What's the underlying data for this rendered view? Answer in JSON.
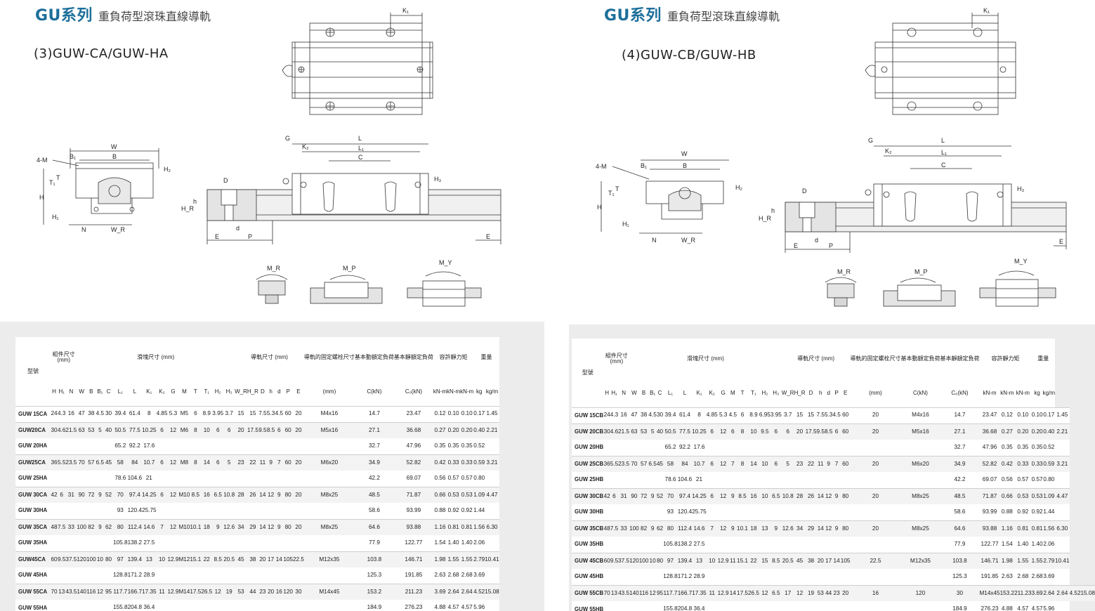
{
  "page": {
    "series": "GU系列",
    "title_desc": "重負荷型滾珠直線導軌"
  },
  "left": {
    "model_label": "(3)GUW-CA/GUW-HA"
  },
  "right": {
    "model_label": "(4)GUW-CB/GUW-HB"
  },
  "drawing_labels": {
    "K1": "K₁",
    "G": "G",
    "K2": "K₂",
    "L": "L",
    "L1": "L₁",
    "C": "C",
    "W": "W",
    "B": "B",
    "B1": "B₁",
    "four_m": "4-M",
    "T1": "T₁",
    "T": "T",
    "H2": "H₂",
    "H3": "H₃",
    "H": "H",
    "H1": "H₁",
    "N": "N",
    "WR": "W_R",
    "D": "D",
    "h": "h",
    "HR": "H_R",
    "d": "d",
    "E": "E",
    "P": "P",
    "MR": "M_R",
    "MP": "M_P",
    "MY": "M_Y"
  },
  "table_headers": {
    "model": "型號",
    "assembly": "組件尺寸",
    "assembly_unit": "(mm)",
    "block": "滑塊尺寸 (mm)",
    "rail": "導軌尺寸 (mm)",
    "bolt": "導軌的固定螺栓尺寸",
    "dyn": "基本動額定負荷",
    "stat": "基本靜額定負荷",
    "moment": "容許靜力矩",
    "weight": "重量",
    "slider": "滑塊",
    "rail_w": "導軌",
    "sub": [
      "H",
      "H₁",
      "N",
      "W",
      "B",
      "B₁",
      "C",
      "L₁",
      "L",
      "K₁",
      "K₂",
      "G",
      "M",
      "T",
      "T₁",
      "H₂",
      "H₃",
      "W_R",
      "H_R",
      "D",
      "h",
      "d",
      "P",
      "E"
    ],
    "bolt_unit": "(mm)",
    "ckn": "C(kN)",
    "c0kn": "C₀(kN)",
    "mr": "M_R",
    "mp": "M_P",
    "my": "M_Y",
    "knm": "kN-m",
    "kg": "kg",
    "kgm": "kg/m"
  },
  "left_rows": [
    [
      "GUW 15CA",
      "24",
      "4.3",
      "16",
      "47",
      "38",
      "4.5",
      "30",
      "39.4",
      "61.4",
      "8",
      "4.85",
      "5.3",
      "M5",
      "6",
      "8.9",
      "3.95",
      "3.7",
      "15",
      "15",
      "7.5",
      "5.3",
      "4.5",
      "60",
      "20",
      "M4x16",
      "14.7",
      "23.47",
      "0.12",
      "0.10",
      "0.10",
      "0.17",
      "1.45"
    ],
    [
      "GUW20CA",
      "30",
      "4.6",
      "21.5",
      "63",
      "53",
      "5",
      "40",
      "50.5",
      "77.5",
      "10.25",
      "6",
      "12",
      "M6",
      "8",
      "10",
      "6",
      "6",
      "20",
      "17.5",
      "9.5",
      "8.5",
      "6",
      "60",
      "20",
      "M5x16",
      "27.1",
      "36.68",
      "0.27",
      "0.20",
      "0.20",
      "0.40",
      "2.21"
    ],
    [
      "GUW 20HA",
      "",
      "",
      "",
      "",
      "",
      "",
      "",
      "65.2",
      "92.2",
      "17.6",
      "",
      "",
      "",
      "",
      "",
      "",
      "",
      "",
      "",
      "",
      "",
      "",
      "",
      "",
      "",
      "32.7",
      "47.96",
      "0.35",
      "0.35",
      "0.35",
      "0.52",
      ""
    ],
    [
      "GUW25CA",
      "36",
      "5.5",
      "23.5",
      "70",
      "57",
      "6.5",
      "45",
      "58",
      "84",
      "10.7",
      "6",
      "12",
      "M8",
      "8",
      "14",
      "6",
      "5",
      "23",
      "22",
      "11",
      "9",
      "7",
      "60",
      "20",
      "M6x20",
      "34.9",
      "52.82",
      "0.42",
      "0.33",
      "0.33",
      "0.59",
      "3.21"
    ],
    [
      "GUW 25HA",
      "",
      "",
      "",
      "",
      "",
      "",
      "",
      "78.6",
      "104.6",
      "21",
      "",
      "",
      "",
      "",
      "",
      "",
      "",
      "",
      "",
      "",
      "",
      "",
      "",
      "",
      "",
      "42.2",
      "69.07",
      "0.56",
      "0.57",
      "0.57",
      "0.80",
      ""
    ],
    [
      "GUW 30CA",
      "42",
      "6",
      "31",
      "90",
      "72",
      "9",
      "52",
      "70",
      "97.4",
      "14.25",
      "6",
      "12",
      "M10",
      "8.5",
      "16",
      "6.5",
      "10.8",
      "28",
      "26",
      "14",
      "12",
      "9",
      "80",
      "20",
      "M8x25",
      "48.5",
      "71.87",
      "0.66",
      "0.53",
      "0.53",
      "1.09",
      "4.47"
    ],
    [
      "GUW 30HA",
      "",
      "",
      "",
      "",
      "",
      "",
      "",
      "93",
      "120.4",
      "25.75",
      "",
      "",
      "",
      "",
      "",
      "",
      "",
      "",
      "",
      "",
      "",
      "",
      "",
      "",
      "",
      "58.6",
      "93.99",
      "0.88",
      "0.92",
      "0.92",
      "1.44",
      ""
    ],
    [
      "GUW 35CA",
      "48",
      "7.5",
      "33",
      "100",
      "82",
      "9",
      "62",
      "80",
      "112.4",
      "14.6",
      "7",
      "12",
      "M10",
      "10.1",
      "18",
      "9",
      "12.6",
      "34",
      "29",
      "14",
      "12",
      "9",
      "80",
      "20",
      "M8x25",
      "64.6",
      "93.88",
      "1.16",
      "0.81",
      "0.81",
      "1.56",
      "6.30"
    ],
    [
      "GUW 35HA",
      "",
      "",
      "",
      "",
      "",
      "",
      "",
      "105.8",
      "138.2",
      "27.5",
      "",
      "",
      "",
      "",
      "",
      "",
      "",
      "",
      "",
      "",
      "",
      "",
      "",
      "",
      "",
      "77.9",
      "122.77",
      "1.54",
      "1.40",
      "1.40",
      "2.06",
      ""
    ],
    [
      "GUW45CA",
      "60",
      "9.5",
      "37.5",
      "120",
      "100",
      "10",
      "80",
      "97",
      "139.4",
      "13",
      "10",
      "12.9",
      "M12",
      "15.1",
      "22",
      "8.5",
      "20.5",
      "45",
      "38",
      "20",
      "17",
      "14",
      "105",
      "22.5",
      "M12x35",
      "103.8",
      "146.71",
      "1.98",
      "1.55",
      "1.55",
      "2.79",
      "10.41"
    ],
    [
      "GUW 45HA",
      "",
      "",
      "",
      "",
      "",
      "",
      "",
      "128.8",
      "171.2",
      "28.9",
      "",
      "",
      "",
      "",
      "",
      "",
      "",
      "",
      "",
      "",
      "",
      "",
      "",
      "",
      "",
      "125.3",
      "191.85",
      "2.63",
      "2.68",
      "2.68",
      "3.69",
      ""
    ],
    [
      "GUW 55CA",
      "70",
      "13",
      "43.5",
      "140",
      "116",
      "12",
      "95",
      "117.7",
      "166.7",
      "17.35",
      "11",
      "12.9",
      "M14",
      "17.5",
      "26.5",
      "12",
      "19",
      "53",
      "44",
      "23",
      "20",
      "16",
      "120",
      "30",
      "M14x45",
      "153.2",
      "211.23",
      "3.69",
      "2.64",
      "2.64",
      "4.52",
      "15.08"
    ],
    [
      "GUW 55HA",
      "",
      "",
      "",
      "",
      "",
      "",
      "",
      "155.8",
      "204.8",
      "36.4",
      "",
      "",
      "",
      "",
      "",
      "",
      "",
      "",
      "",
      "",
      "",
      "",
      "",
      "",
      "",
      "184.9",
      "276.23",
      "4.88",
      "4.57",
      "4.57",
      "5.96",
      ""
    ]
  ],
  "right_rows": [
    [
      "GUW 15CB",
      "24",
      "4.3",
      "16",
      "47",
      "38",
      "4.5",
      "30",
      "39.4",
      "61.4",
      "8",
      "4.85",
      "5.3",
      "4.5",
      "6",
      "8.9",
      "6.95",
      "3.95",
      "3.7",
      "15",
      "15",
      "7.5",
      "5.3",
      "4.5",
      "60",
      "20",
      "M4x16",
      "14.7",
      "23.47",
      "0.12",
      "0.10",
      "0.10",
      "0.17",
      "1.45"
    ],
    [
      "GUW 20CB",
      "30",
      "4.6",
      "21.5",
      "63",
      "53",
      "5",
      "40",
      "50.5",
      "77.5",
      "10.25",
      "6",
      "12",
      "6",
      "8",
      "10",
      "9.5",
      "6",
      "6",
      "20",
      "17.5",
      "9.5",
      "8.5",
      "6",
      "60",
      "20",
      "M5x16",
      "27.1",
      "36.68",
      "0.27",
      "0.20",
      "0.20",
      "0.40",
      "2.21"
    ],
    [
      "GUW 20HB",
      "",
      "",
      "",
      "",
      "",
      "",
      "",
      "65.2",
      "92.2",
      "17.6",
      "",
      "",
      "",
      "",
      "",
      "",
      "",
      "",
      "",
      "",
      "",
      "",
      "",
      "",
      "",
      "",
      "32.7",
      "47.96",
      "0.35",
      "0.35",
      "0.35",
      "0.52",
      ""
    ],
    [
      "GUW 25CB",
      "36",
      "5.5",
      "23.5",
      "70",
      "57",
      "6.5",
      "45",
      "58",
      "84",
      "10.7",
      "6",
      "12",
      "7",
      "8",
      "14",
      "10",
      "6",
      "5",
      "23",
      "22",
      "11",
      "9",
      "7",
      "60",
      "20",
      "M6x20",
      "34.9",
      "52.82",
      "0.42",
      "0.33",
      "0.33",
      "0.59",
      "3.21"
    ],
    [
      "GUW 25HB",
      "",
      "",
      "",
      "",
      "",
      "",
      "",
      "78.6",
      "104.6",
      "21",
      "",
      "",
      "",
      "",
      "",
      "",
      "",
      "",
      "",
      "",
      "",
      "",
      "",
      "",
      "",
      "",
      "42.2",
      "69.07",
      "0.56",
      "0.57",
      "0.57",
      "0.80",
      ""
    ],
    [
      "GUW 30CB",
      "42",
      "6",
      "31",
      "90",
      "72",
      "9",
      "52",
      "70",
      "97.4",
      "14.25",
      "6",
      "12",
      "9",
      "8.5",
      "16",
      "10",
      "6.5",
      "10.8",
      "28",
      "26",
      "14",
      "12",
      "9",
      "80",
      "20",
      "M8x25",
      "48.5",
      "71.87",
      "0.66",
      "0.53",
      "0.53",
      "1.09",
      "4.47"
    ],
    [
      "GUW 30HB",
      "",
      "",
      "",
      "",
      "",
      "",
      "",
      "93",
      "120.4",
      "25.75",
      "",
      "",
      "",
      "",
      "",
      "",
      "",
      "",
      "",
      "",
      "",
      "",
      "",
      "",
      "",
      "",
      "58.6",
      "93.99",
      "0.88",
      "0.92",
      "0.92",
      "1.44",
      ""
    ],
    [
      "GUW 35CB",
      "48",
      "7.5",
      "33",
      "100",
      "82",
      "9",
      "62",
      "80",
      "112.4",
      "14.6",
      "7",
      "12",
      "9",
      "10.1",
      "18",
      "13",
      "9",
      "12.6",
      "34",
      "29",
      "14",
      "12",
      "9",
      "80",
      "20",
      "M8x25",
      "64.6",
      "93.88",
      "1.16",
      "0.81",
      "0.81",
      "1.56",
      "6.30"
    ],
    [
      "GUW 35HB",
      "",
      "",
      "",
      "",
      "",
      "",
      "",
      "105.8",
      "138.2",
      "27.5",
      "",
      "",
      "",
      "",
      "",
      "",
      "",
      "",
      "",
      "",
      "",
      "",
      "",
      "",
      "",
      "",
      "77.9",
      "122.77",
      "1.54",
      "1.40",
      "1.40",
      "2.06",
      ""
    ],
    [
      "GUW 45CB",
      "60",
      "9.5",
      "37.5",
      "120",
      "100",
      "10",
      "80",
      "97",
      "139.4",
      "13",
      "10",
      "12.9",
      "11",
      "15.1",
      "22",
      "15",
      "8.5",
      "20.5",
      "45",
      "38",
      "20",
      "17",
      "14",
      "105",
      "22.5",
      "M12x35",
      "103.8",
      "146.71",
      "1.98",
      "1.55",
      "1.55",
      "2.79",
      "10.41"
    ],
    [
      "GUW 45HB",
      "",
      "",
      "",
      "",
      "",
      "",
      "",
      "128.8",
      "171.2",
      "28.9",
      "",
      "",
      "",
      "",
      "",
      "",
      "",
      "",
      "",
      "",
      "",
      "",
      "",
      "",
      "",
      "",
      "125.3",
      "191.85",
      "2.63",
      "2.68",
      "2.68",
      "3.69",
      ""
    ],
    [
      "GUW 55CB",
      "70",
      "13",
      "43.5",
      "140",
      "116",
      "12",
      "95",
      "117.7",
      "166.7",
      "17.35",
      "11",
      "12.9",
      "14",
      "17.5",
      "26.5",
      "12",
      "6.5",
      "17",
      "12",
      "19",
      "53",
      "44",
      "23",
      "20",
      "16",
      "120",
      "30",
      "M14x45",
      "153.2",
      "211.23",
      "3.69",
      "2.64",
      "2.64",
      "4.52",
      "15.08"
    ],
    [
      "GUW 55HB",
      "",
      "",
      "",
      "",
      "",
      "",
      "",
      "155.8",
      "204.8",
      "36.4",
      "",
      "",
      "",
      "",
      "",
      "",
      "",
      "",
      "",
      "",
      "",
      "",
      "",
      "",
      "",
      "",
      "184.9",
      "276.23",
      "4.88",
      "4.57",
      "4.57",
      "5.96",
      ""
    ]
  ],
  "colors": {
    "series_blue": "#1c6f9a",
    "table_bg": "#ececec",
    "line": "#333333",
    "dim_fill": "#e9e9e9"
  }
}
